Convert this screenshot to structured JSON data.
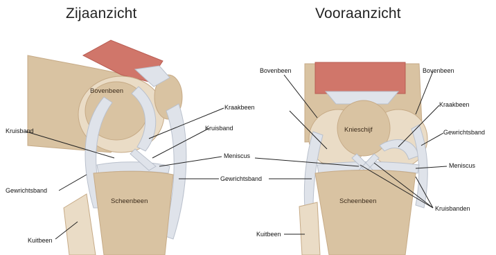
{
  "side_view": {
    "title": "Zijaanzicht",
    "labels": {
      "bovenbeen": "Bovenbeen",
      "kraakbeen": "Kraakbeen",
      "kruisband_right": "Kruisband",
      "kruisband_left": "Kruisband",
      "meniscus": "Meniscus",
      "gewrichtsband_left": "Gewrichtsband",
      "gewrichtsband_right": "Gewrichtsband",
      "scheenbeen": "Scheenbeen",
      "kuitbeen": "Kuitbeen"
    }
  },
  "front_view": {
    "title": "Vooraanzicht",
    "labels": {
      "bovenbeen_left": "Bovenbeen",
      "bovenbeen_right": "Bovenbeen",
      "knieschijf": "Knieschijf",
      "kraakbeen": "Kraakbeen",
      "gewrichtsband": "Gewrichtsband",
      "meniscus": "Meniscus",
      "scheenbeen": "Scheenbeen",
      "kruisbanden": "Kruisbanden",
      "kuitbeen": "Kuitbeen"
    }
  },
  "colors": {
    "bone": "#d9c3a2",
    "bone_shade": "#c6aa86",
    "bone_light": "#eadcc6",
    "muscle": "#d0766a",
    "muscle_dark": "#b85c52",
    "ligament": "#dfe3ea",
    "ligament_shade": "#b9c0cc",
    "leader_line": "#222222"
  }
}
